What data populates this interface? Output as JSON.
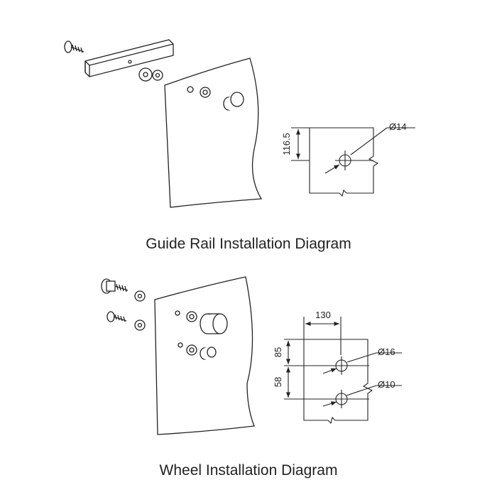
{
  "captions": {
    "guide_rail": "Guide Rail Installation Diagram",
    "wheel": "Wheel Installation Diagram"
  },
  "guide_rail_detail": {
    "dim_height": "116.5",
    "dim_diameter": "Ø14"
  },
  "wheel_detail": {
    "dim_width": "130",
    "dim_top": "85",
    "dim_spacing": "58",
    "dim_diameter_top": "Ø16",
    "dim_diameter_bottom": "Ø10"
  },
  "colors": {
    "line": "#222222",
    "background": "#ffffff"
  }
}
